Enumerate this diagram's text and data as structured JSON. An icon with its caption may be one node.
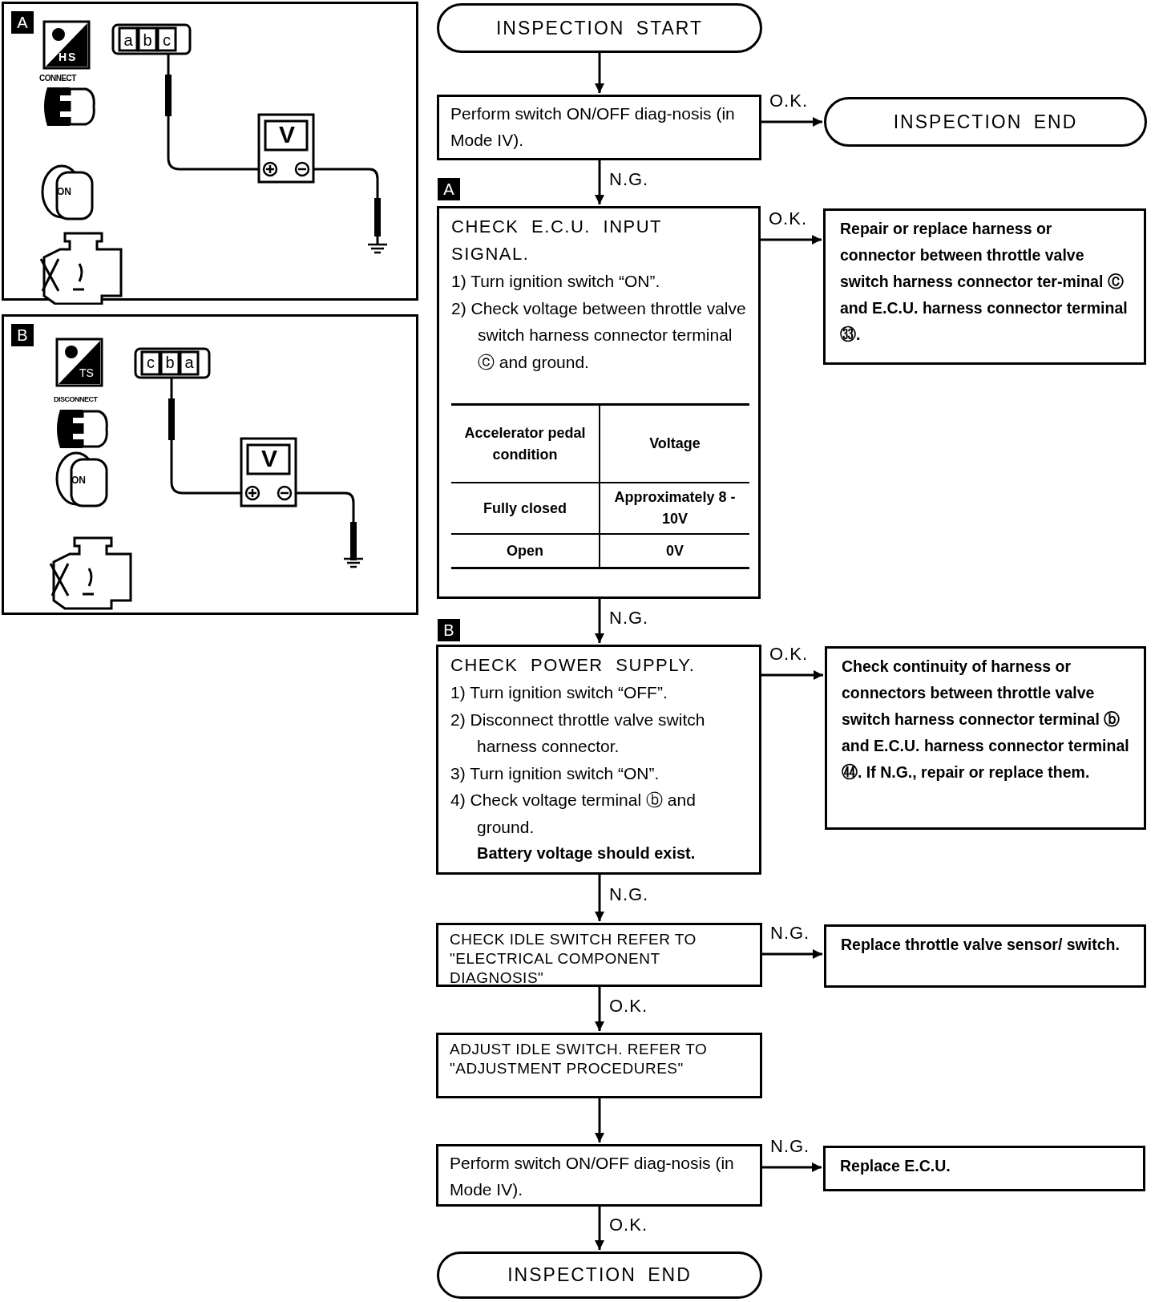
{
  "diagram": {
    "nodes": [
      {
        "text": [
          "INSPECTION START"
        ]
      },
      {
        "text": [
          "Perform switch ON/OFF diag-nosis (in Mode IV)."
        ]
      },
      {
        "text": [
          "INSPECTION END"
        ]
      },
      {
        "text": [
          "CHECK E.C.U. INPUT SIGNAL.",
          "1) Turn ignition switch “ON”.",
          "2) Check voltage between throttle valve switch harness connector terminal ⓒ and ground.",
          "Accelerator pedal condition",
          "Voltage",
          "Fully closed",
          "Approximately 8 - 10V",
          "Open",
          "0V"
        ]
      },
      {
        "text": [
          "Repair or replace harness or connector between throttle valve switch harness connector ter-minal Ⓒ and E.C.U. harness connector terminal ㉝."
        ]
      },
      {
        "text": [
          "CHECK POWER SUPPLY.",
          "1) Turn ignition switch “OFF”.",
          "2) Disconnect throttle valve switch harness connector.",
          "3) Turn ignition switch “ON”.",
          "4) Check voltage terminal ⓑ and ground.",
          "Battery voltage should exist."
        ]
      },
      {
        "text": [
          "Check continuity of harness or connectors between throttle valve switch harness connector terminal ⓑ and E.C.U. harness connector terminal ㊹. If N.G., repair or replace them."
        ]
      },
      {
        "text": [
          "CHECK IDLE SWITCH REFER TO \"ELECTRICAL COMPONENT DIAGNOSIS\""
        ]
      },
      {
        "text": [
          "Replace throttle valve sensor/ switch."
        ]
      },
      {
        "text": [
          "ADJUST IDLE SWITCH. REFER TO \"ADJUSTMENT PROCEDURES\""
        ]
      },
      {
        "text": [
          "Perform switch ON/OFF diag-nosis (in Mode IV)."
        ]
      },
      {
        "text": [
          "Replace E.C.U."
        ]
      },
      {
        "text": [
          "INSPECTION END"
        ]
      },
      {
        "text": [
          "A",
          "HS",
          "CONNECT",
          "a",
          "b",
          "c",
          "V",
          "ON"
        ]
      },
      {
        "text": [
          "B",
          "TS",
          "DISCONNECT",
          "c",
          "b",
          "a",
          "V",
          "ON"
        ]
      }
    ],
    "edges": [
      {
        "from": 0,
        "to": 1,
        "arrow": "to"
      },
      {
        "from": 1,
        "to": 2,
        "arrow": "to",
        "label": "O.K."
      },
      {
        "from": 1,
        "to": 3,
        "arrow": "to",
        "label": "N.G."
      },
      {
        "from": 3,
        "to": 4,
        "arrow": "to",
        "label": "O.K."
      },
      {
        "from": 3,
        "to": 5,
        "arrow": "to",
        "label": "N.G."
      },
      {
        "from": 5,
        "to": 6,
        "arrow": "to",
        "label": "O.K."
      },
      {
        "from": 5,
        "to": 7,
        "arrow": "to",
        "label": "N.G."
      },
      {
        "from": 7,
        "to": 8,
        "arrow": "to",
        "label": "N.G."
      },
      {
        "from": 7,
        "to": 9,
        "arrow": "to",
        "label": "O.K."
      },
      {
        "from": 9,
        "to": 10,
        "arrow": "to"
      },
      {
        "from": 10,
        "to": 11,
        "arrow": "to",
        "label": "N.G."
      },
      {
        "from": 10,
        "to": 12,
        "arrow": "to",
        "label": "O.K."
      }
    ],
    "labels": [
      "A",
      "B"
    ]
  }
}
